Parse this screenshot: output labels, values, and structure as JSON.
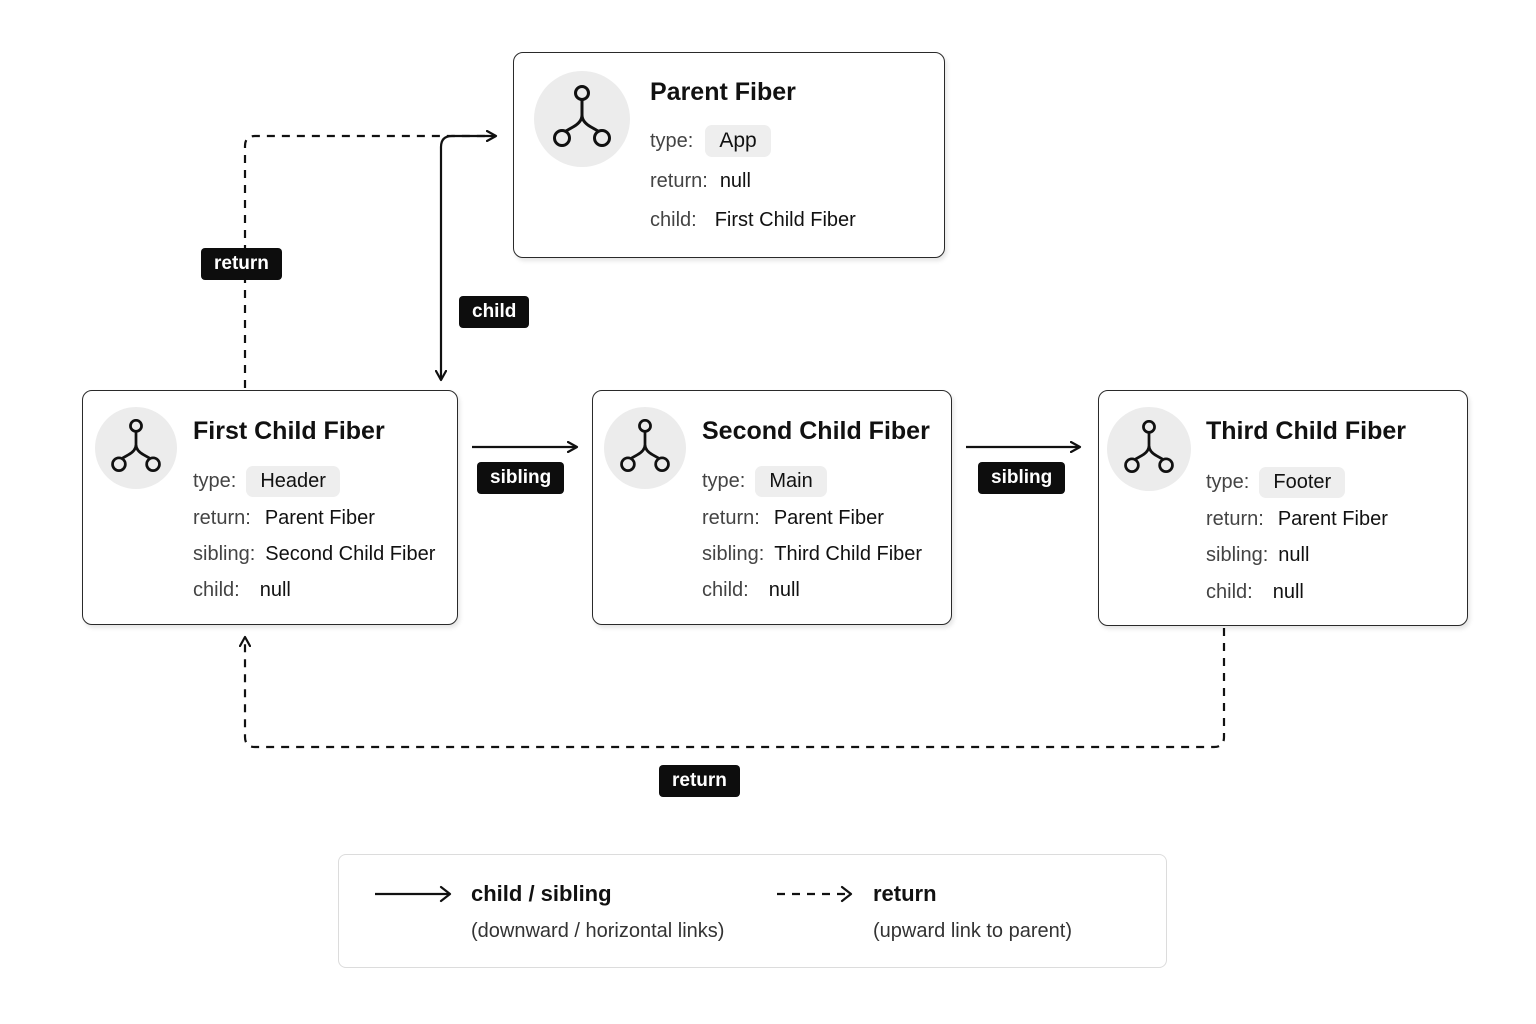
{
  "nodes": {
    "parent": {
      "title": "Parent Fiber",
      "rows": [
        {
          "key": "type:",
          "value": "App",
          "pill": true
        },
        {
          "key": "return:",
          "value": "null"
        },
        {
          "key": "child:",
          "value": "First Child Fiber"
        }
      ]
    },
    "first": {
      "title": "First Child Fiber",
      "rows": [
        {
          "key": "type:",
          "value": "Header",
          "pill": true
        },
        {
          "key": "return:",
          "value": "Parent Fiber"
        },
        {
          "key": "sibling:",
          "value": "Second Child Fiber"
        },
        {
          "key": "child:",
          "value": "null"
        }
      ]
    },
    "second": {
      "title": "Second Child Fiber",
      "rows": [
        {
          "key": "type:",
          "value": "Main",
          "pill": true
        },
        {
          "key": "return:",
          "value": "Parent Fiber"
        },
        {
          "key": "sibling:",
          "value": "Third Child Fiber"
        },
        {
          "key": "child:",
          "value": "null"
        }
      ]
    },
    "third": {
      "title": "Third Child Fiber",
      "rows": [
        {
          "key": "type:",
          "value": "Footer",
          "pill": true
        },
        {
          "key": "return:",
          "value": "Parent Fiber"
        },
        {
          "key": "sibling:",
          "value": "null"
        },
        {
          "key": "child:",
          "value": "null"
        }
      ]
    }
  },
  "edges": {
    "return_top": "return",
    "child": "child",
    "sibling_1": "sibling",
    "sibling_2": "sibling",
    "return_bottom": "return"
  },
  "legend": {
    "solid_title": "child / sibling",
    "solid_desc": "(downward / horizontal links)",
    "dashed_title": "return",
    "dashed_desc": "(upward link to parent)"
  },
  "icons": {
    "node": "tree-icon",
    "solid_link": "solid-arrow-icon",
    "dashed_link": "dashed-arrow-icon"
  }
}
